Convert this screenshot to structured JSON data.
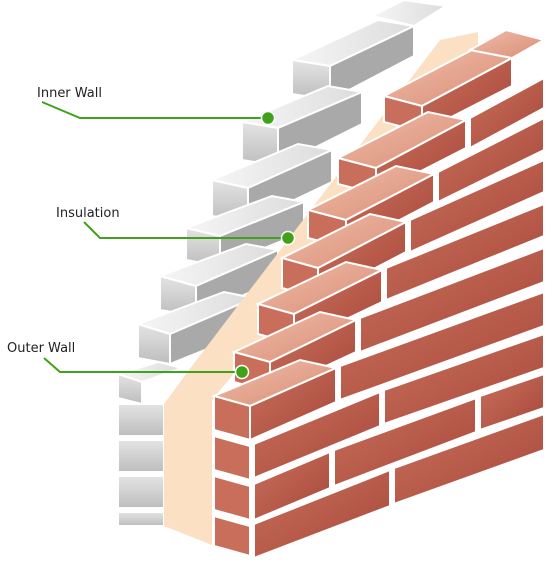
{
  "labels": {
    "inner_wall": "Inner Wall",
    "insulation": "Insulation",
    "outer_wall": "Outer Wall"
  },
  "colors": {
    "leader_line": "#3fa21a",
    "leader_dot": "#3fa21a",
    "insulation": "#fbe0c3",
    "inner_brick_top": "#f2f2f2",
    "inner_brick_face": "#d2d2d2",
    "inner_brick_side": "#a9a9a9",
    "outer_brick_top": "#e9aa93",
    "outer_brick_face": "#b95b4a",
    "outer_brick_side": "#8d3b2e",
    "outer_brick_front_face": "#c96e5b",
    "mortar": "#ffffff"
  }
}
